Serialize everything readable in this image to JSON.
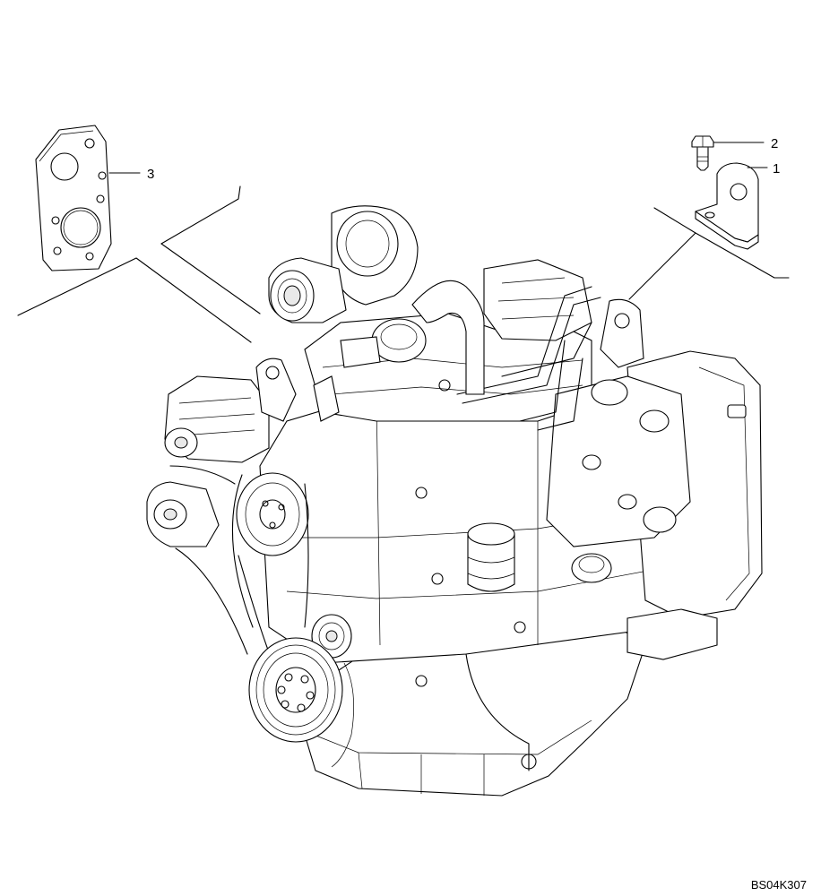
{
  "callouts": [
    {
      "id": "1",
      "label": "1"
    },
    {
      "id": "2",
      "label": "2"
    },
    {
      "id": "3",
      "label": "3"
    }
  ],
  "drawing_code": "BS04K307"
}
